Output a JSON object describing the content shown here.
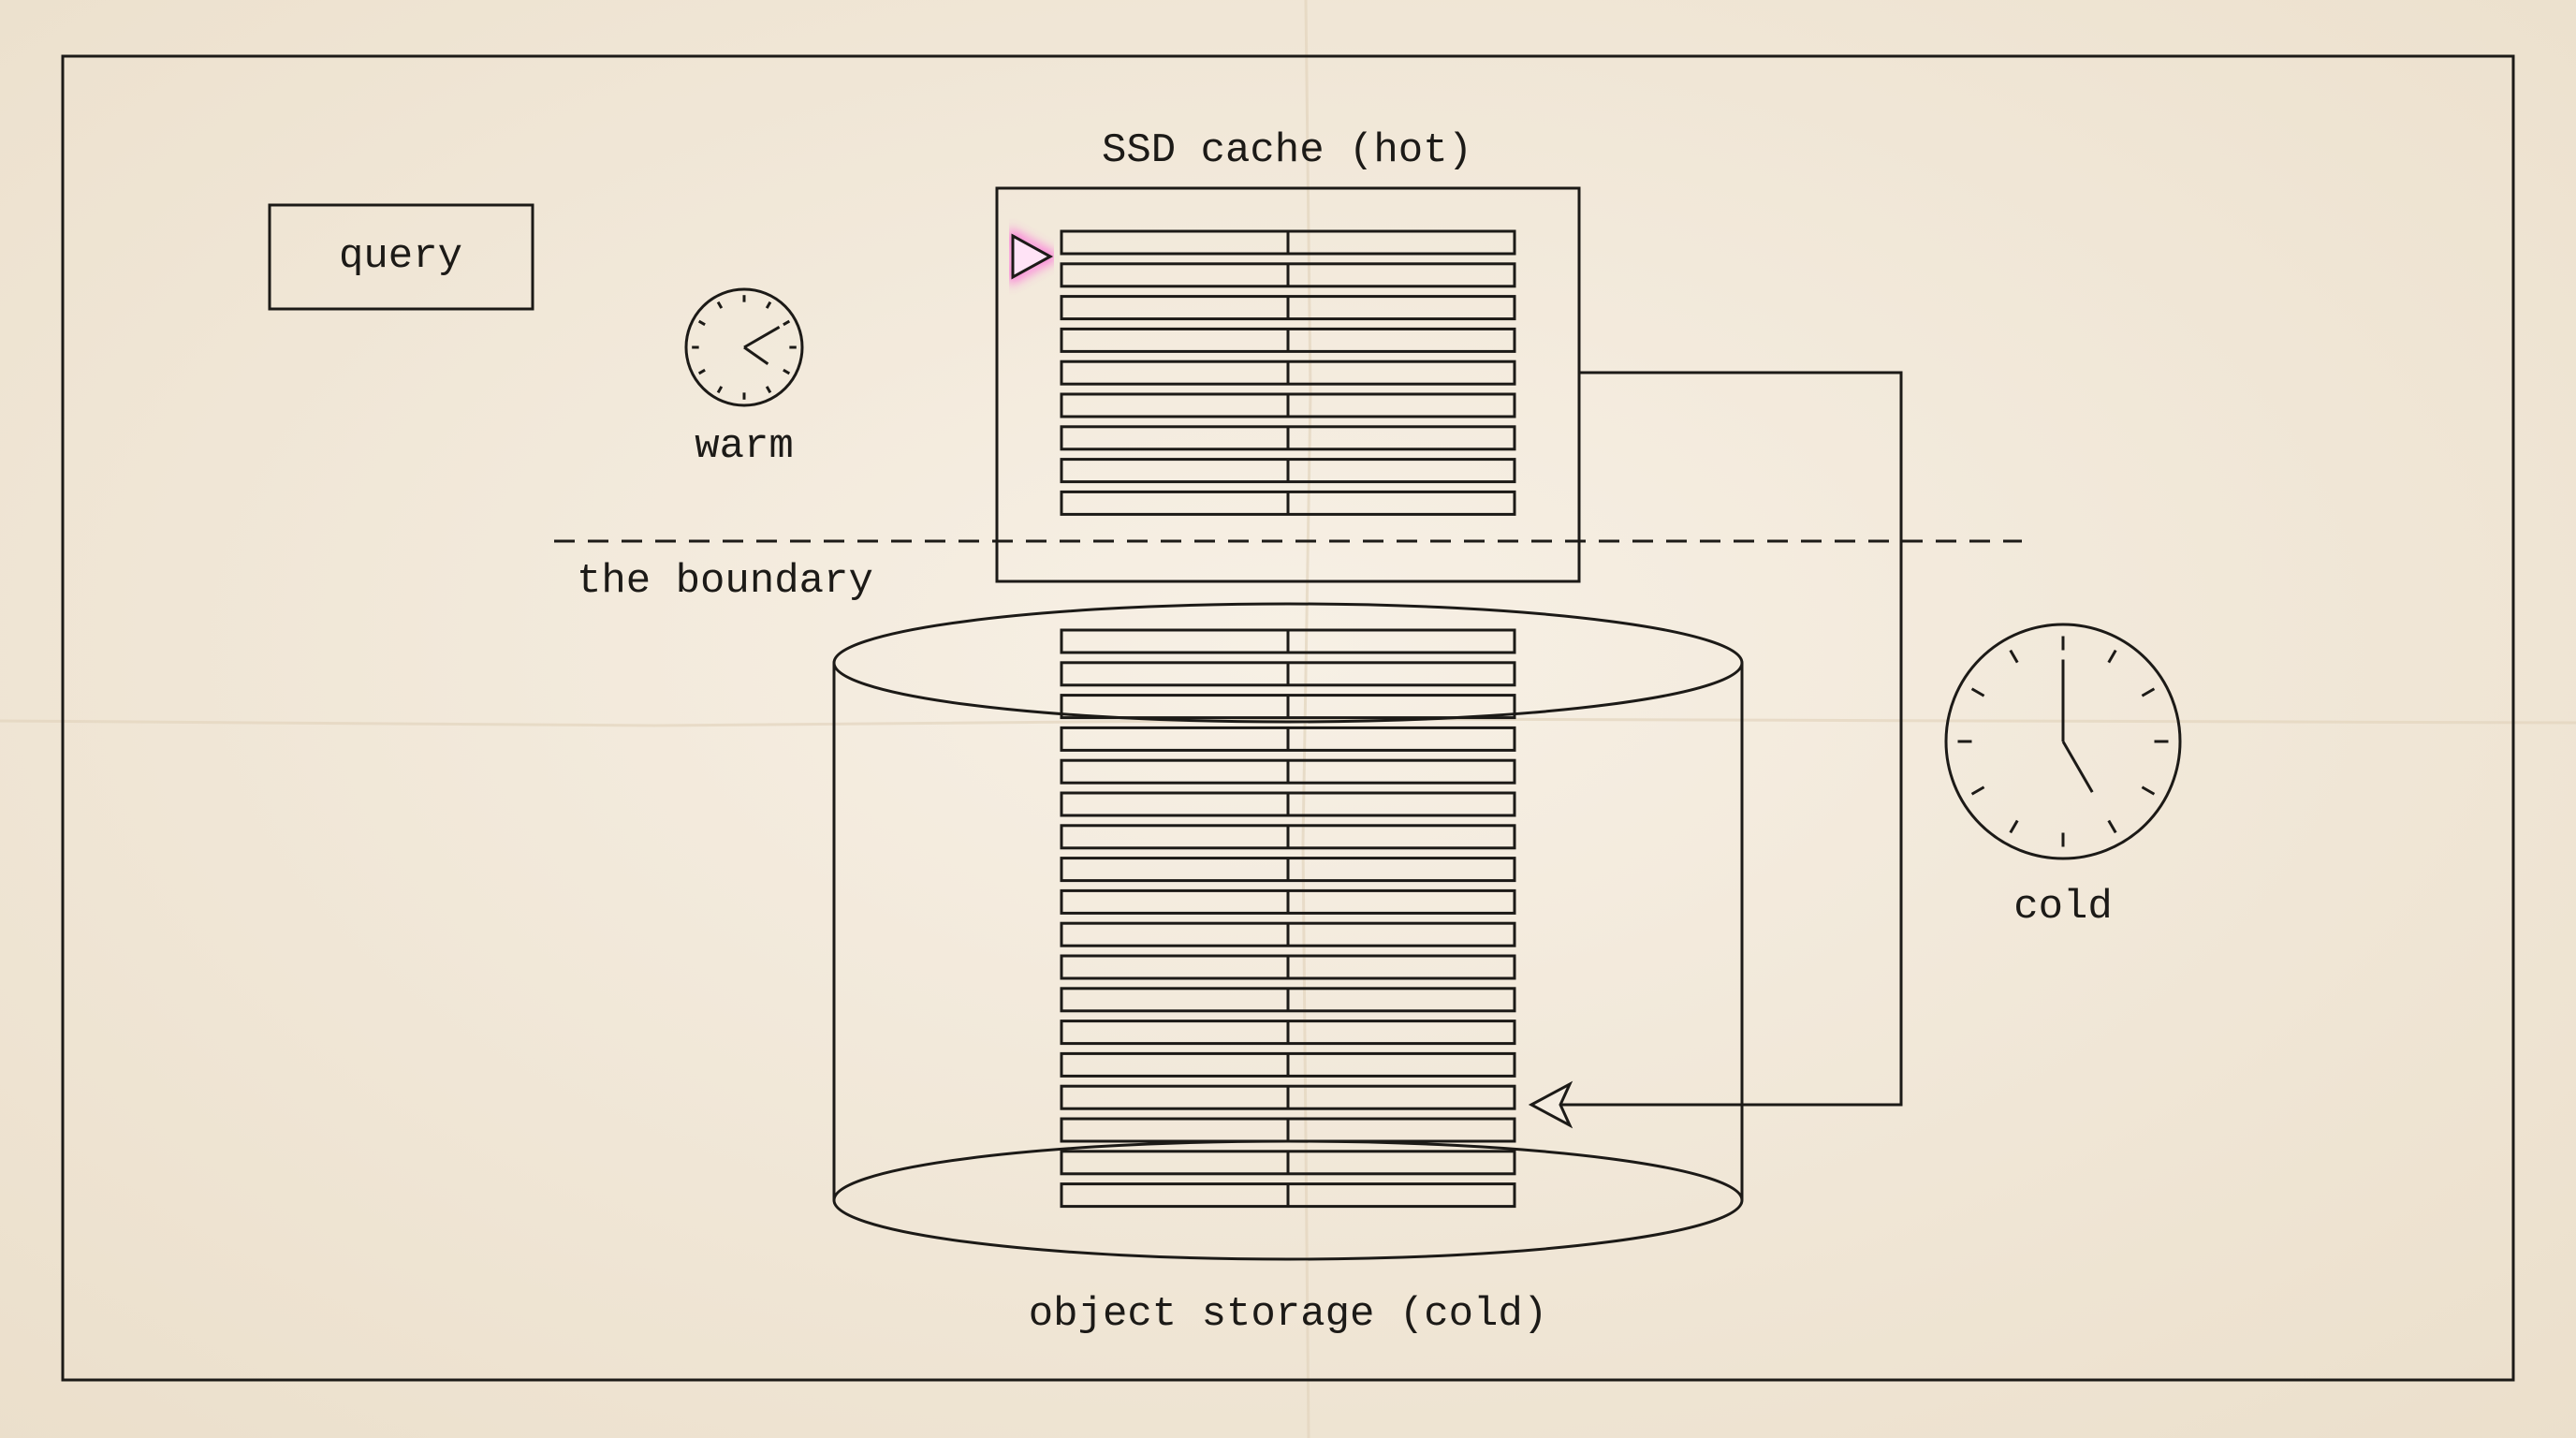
{
  "labels": {
    "query": "query",
    "ssd_cache": "SSD cache (hot)",
    "warm": "warm",
    "boundary": "the boundary",
    "cold": "cold",
    "object_storage": "object storage (cold)"
  },
  "clocks": {
    "warm": {
      "icon": "clock-icon",
      "hours": 4,
      "minutes": 10
    },
    "cold": {
      "icon": "clock-icon",
      "hours": 5,
      "minutes": 0
    }
  },
  "colors": {
    "ink": "#1c1a17",
    "paper": "#f4ece0",
    "arrow_gradient_start": "#39e6d0",
    "arrow_gradient_mid": "#5a6cff",
    "arrow_gradient_end": "#ff4fd8"
  }
}
